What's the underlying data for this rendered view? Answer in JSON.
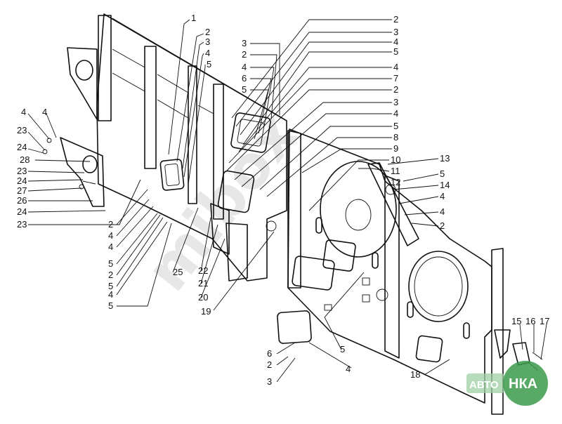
{
  "watermark": "mibox",
  "logo": {
    "left": "АВТО",
    "right": "НКА"
  },
  "colors": {
    "line": "#111111",
    "logo_green": "#3a9a4a",
    "logo_light": "#9fd0a4",
    "watermark": "#d4d4d4"
  },
  "callouts": [
    {
      "t": "1"
    },
    {
      "t": "2"
    },
    {
      "t": "3"
    },
    {
      "t": "4"
    },
    {
      "t": "5"
    },
    {
      "t": "3"
    },
    {
      "t": "2"
    },
    {
      "t": "4"
    },
    {
      "t": "6"
    },
    {
      "t": "5"
    },
    {
      "t": "2"
    },
    {
      "t": "3"
    },
    {
      "t": "4"
    },
    {
      "t": "5"
    },
    {
      "t": "4"
    },
    {
      "t": "7"
    },
    {
      "t": "2"
    },
    {
      "t": "3"
    },
    {
      "t": "4"
    },
    {
      "t": "5"
    },
    {
      "t": "8"
    },
    {
      "t": "9"
    },
    {
      "t": "10"
    },
    {
      "t": "11"
    },
    {
      "t": "12"
    },
    {
      "t": "13"
    },
    {
      "t": "5"
    },
    {
      "t": "14"
    },
    {
      "t": "4"
    },
    {
      "t": "4"
    },
    {
      "t": "2"
    },
    {
      "t": "4"
    },
    {
      "t": "4"
    },
    {
      "t": "23"
    },
    {
      "t": "24"
    },
    {
      "t": "28"
    },
    {
      "t": "23"
    },
    {
      "t": "24"
    },
    {
      "t": "27"
    },
    {
      "t": "26"
    },
    {
      "t": "24"
    },
    {
      "t": "23"
    },
    {
      "t": "2"
    },
    {
      "t": "4"
    },
    {
      "t": "4"
    },
    {
      "t": "5"
    },
    {
      "t": "2"
    },
    {
      "t": "5"
    },
    {
      "t": "4"
    },
    {
      "t": "5"
    },
    {
      "t": "25"
    },
    {
      "t": "22"
    },
    {
      "t": "21"
    },
    {
      "t": "20"
    },
    {
      "t": "19"
    },
    {
      "t": "5"
    },
    {
      "t": "6"
    },
    {
      "t": "2"
    },
    {
      "t": "3"
    },
    {
      "t": "4"
    },
    {
      "t": "18"
    },
    {
      "t": "15"
    },
    {
      "t": "16"
    },
    {
      "t": "17"
    }
  ]
}
